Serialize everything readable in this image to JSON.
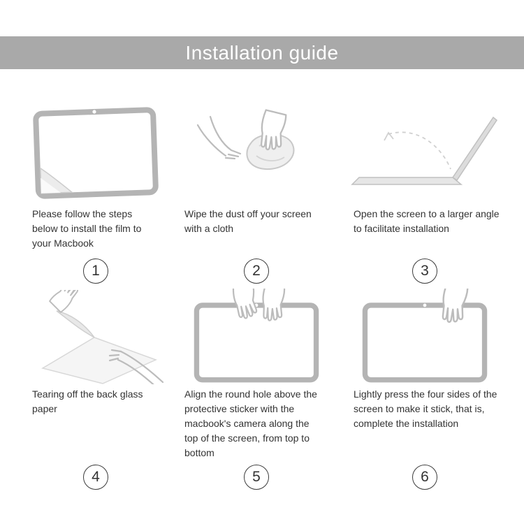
{
  "header": {
    "title": "Installation guide"
  },
  "colors": {
    "header_bg": "#a9a9a9",
    "line_art": "#b8b8b8",
    "text": "#333333"
  },
  "steps": [
    {
      "number": "1",
      "caption": "Please follow the steps below to install the film to your Macbook",
      "illustration": "macbook-screen-with-peeling-film"
    },
    {
      "number": "2",
      "caption": "Wipe the dust off your screen with a cloth",
      "illustration": "hands-wiping-screen-with-cloth"
    },
    {
      "number": "3",
      "caption": "Open the screen to a larger angle to facilitate installation",
      "illustration": "laptop-opened-wide-angle"
    },
    {
      "number": "4",
      "caption": "Tearing off the back glass paper",
      "illustration": "hands-tearing-back-paper"
    },
    {
      "number": "5",
      "caption": "Align the round hole above the protective sticker with the macbook's camera along the top of the screen, from top to bottom",
      "illustration": "hands-aligning-film-on-screen"
    },
    {
      "number": "6",
      "caption": "Lightly press the four sides of the screen to make it stick, that is, complete the installation",
      "illustration": "hand-pressing-screen-edges"
    }
  ]
}
